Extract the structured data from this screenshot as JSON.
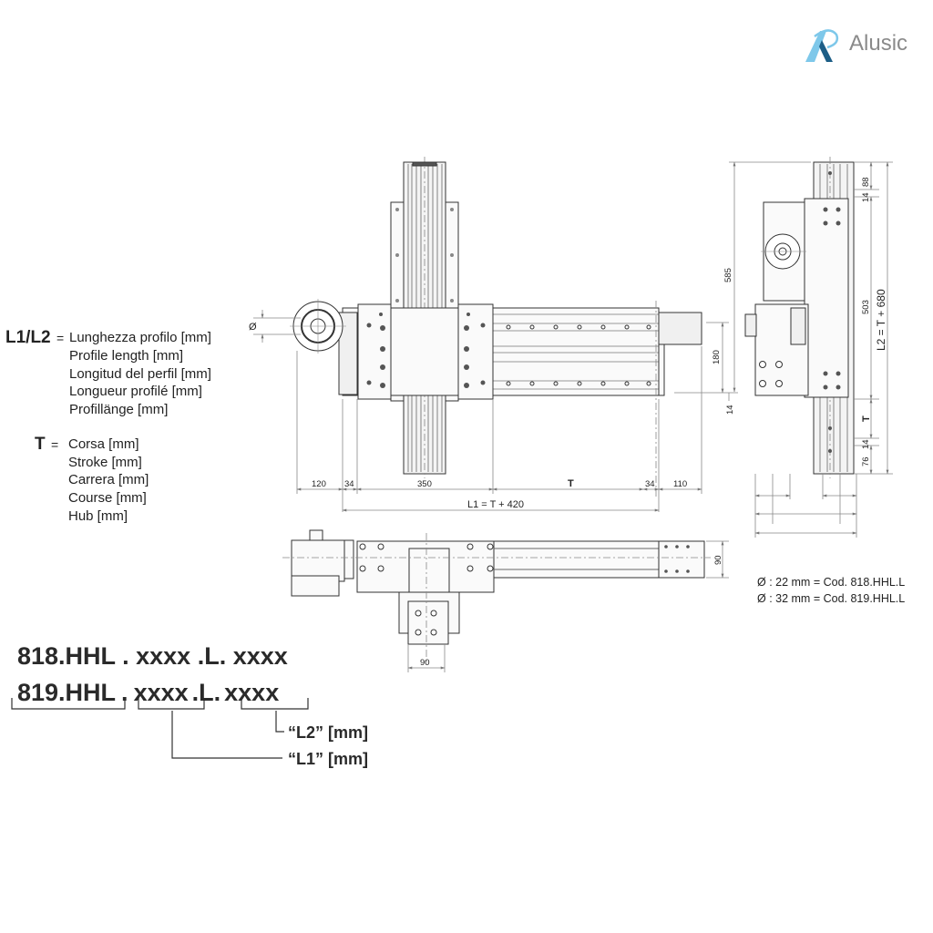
{
  "brand": {
    "name": "Alusic",
    "accent_light": "#7ec8ea",
    "accent_dark": "#1d5e86",
    "text_color": "#8a8a8a"
  },
  "legend": {
    "l1l2": {
      "symbol": "L1/L2",
      "equals": "=",
      "lines": [
        "Lunghezza profilo [mm]",
        "Profile length [mm]",
        "Longitud del perfil [mm]",
        "Longueur profilé [mm]",
        "Profillänge [mm]"
      ]
    },
    "t": {
      "symbol": "T",
      "equals": "=",
      "lines": [
        "Corsa [mm]",
        "Stroke [mm]",
        "Carrera [mm]",
        "Course [mm]",
        "Hub [mm]"
      ]
    }
  },
  "front_view": {
    "diameter_symbol": "Ø",
    "dims": {
      "d120": "120",
      "d34a": "34",
      "d350": "350",
      "t": "T",
      "d34b": "34",
      "d110": "110",
      "l1": "L1 = T + 420",
      "d180": "180",
      "d14": "14"
    }
  },
  "side_view": {
    "dims": {
      "d585": "585",
      "d88": "88",
      "d14a": "14",
      "d503": "503",
      "l2": "L2 = T + 680",
      "t": "T",
      "d14b": "14",
      "d76": "76"
    }
  },
  "top_view": {
    "dims": {
      "d90_side": "90",
      "d90_bottom": "90"
    }
  },
  "codes": {
    "line1": {
      "prefix": "818.HHL",
      "sep1": ".",
      "l1": "xxxx",
      "sep2": ".L.",
      "l2": "xxxx"
    },
    "line2": {
      "prefix": "819.HHL",
      "sep1": ".",
      "l1": "xxxx",
      "sep2": ".L.",
      "l2": "xxxx"
    },
    "callout_l2": "“L2” [mm]",
    "callout_l1": "“L1” [mm]"
  },
  "diameter_notes": [
    "Ø : 22 mm = Cod. 818.HHL.L",
    "Ø : 32 mm = Cod. 819.HHL.L"
  ]
}
